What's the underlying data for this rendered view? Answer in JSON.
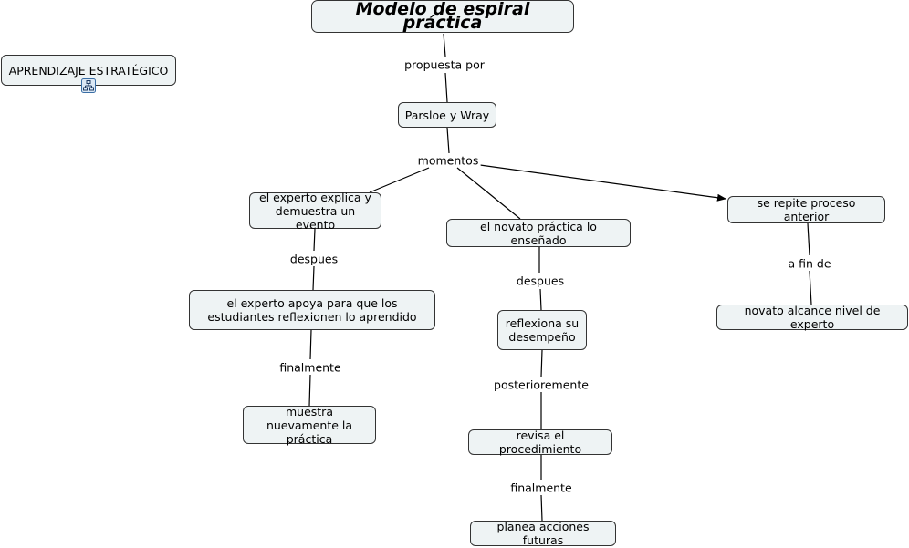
{
  "title": "Modelo de espiral práctica",
  "side_node": "APRENDIZAJE ESTRATÉGICO",
  "nodes": {
    "parsloe": "Parsloe y Wray",
    "experto_explica": "el experto explica y demuestra un evento",
    "novato_practica": "el novato práctica lo enseñado",
    "se_repite": "se repite proceso anterior",
    "experto_apoya": "el experto apoya para que los estudiantes reflexionen lo aprendido",
    "reflexiona": "reflexiona su desempeño",
    "novato_alcance": "novato alcance nivel de experto",
    "muestra": "muestra nuevamente la práctica",
    "revisa": "revisa el procedimiento",
    "planea": "planea acciones futuras"
  },
  "labels": {
    "propuesta_por": "propuesta por",
    "momentos": "momentos",
    "despues_1": "despues",
    "despues_2": "despues",
    "finalmente_1": "finalmente",
    "posterioremente": "posterioremente",
    "finalmente_2": "finalmente",
    "a_fin_de": "a fin de"
  },
  "icons": {
    "concept_map_link": "concept-map-link-icon"
  },
  "colors": {
    "node_fill": "#eef3f4",
    "node_border": "#333333",
    "line": "#000000"
  }
}
